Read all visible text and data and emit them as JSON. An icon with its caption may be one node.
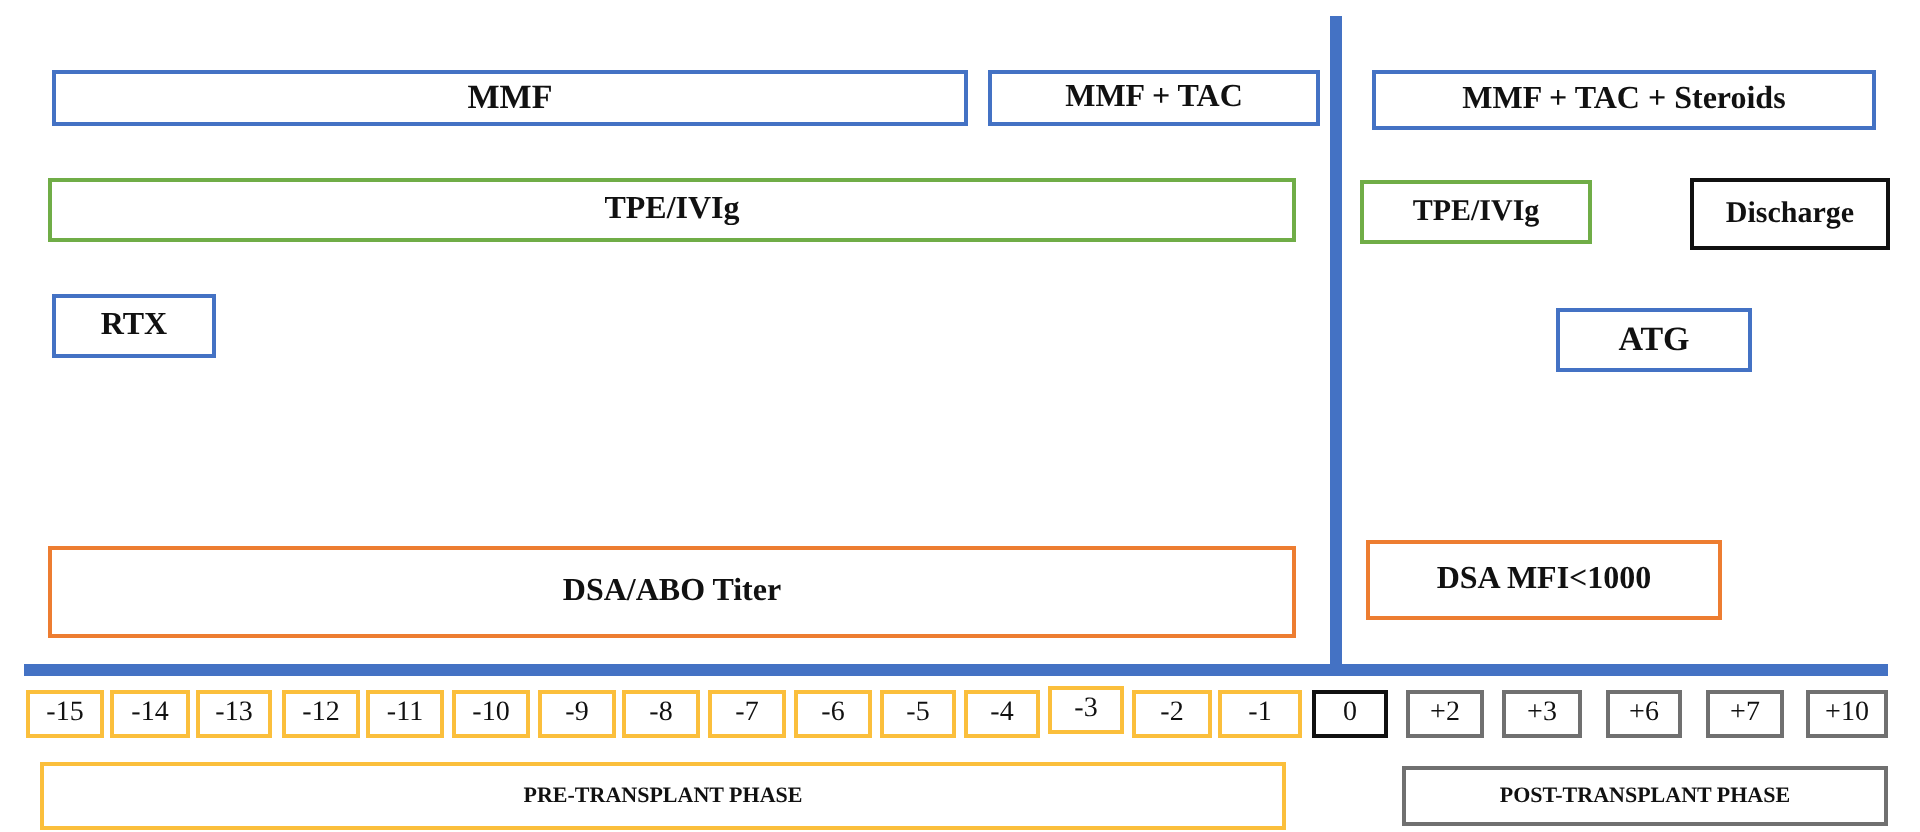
{
  "diagram": {
    "nodes": [
      {
        "text": [
          "MMF"
        ]
      },
      {
        "text": [
          "MMF + TAC"
        ]
      },
      {
        "text": [
          "MMF + TAC + Steroids"
        ]
      },
      {
        "text": [
          "TPE/IVIg"
        ]
      },
      {
        "text": [
          "TPE/IVIg"
        ]
      },
      {
        "text": [
          "Discharge"
        ]
      },
      {
        "text": [
          "RTX"
        ]
      },
      {
        "text": [
          "ATG"
        ]
      },
      {
        "text": [
          "DSA/ABO Titer"
        ]
      },
      {
        "text": [
          "DSA MFI<1000"
        ]
      },
      {
        "text": [
          "-15"
        ]
      },
      {
        "text": [
          "-14"
        ]
      },
      {
        "text": [
          "-13"
        ]
      },
      {
        "text": [
          "-12"
        ]
      },
      {
        "text": [
          "-11"
        ]
      },
      {
        "text": [
          "-10"
        ]
      },
      {
        "text": [
          "-9"
        ]
      },
      {
        "text": [
          "-8"
        ]
      },
      {
        "text": [
          "-7"
        ]
      },
      {
        "text": [
          "-6"
        ]
      },
      {
        "text": [
          "-5"
        ]
      },
      {
        "text": [
          "-4"
        ]
      },
      {
        "text": [
          "-3"
        ]
      },
      {
        "text": [
          "-2"
        ]
      },
      {
        "text": [
          "-1"
        ]
      },
      {
        "text": [
          "0"
        ]
      },
      {
        "text": [
          "+2"
        ]
      },
      {
        "text": [
          "+3"
        ]
      },
      {
        "text": [
          "+6"
        ]
      },
      {
        "text": [
          "+7"
        ]
      },
      {
        "text": [
          "+10"
        ]
      },
      {
        "text": [
          "PRE-TRANSPLANT PHASE"
        ]
      },
      {
        "text": [
          "POST-TRANSPLANT PHASE"
        ]
      }
    ]
  }
}
